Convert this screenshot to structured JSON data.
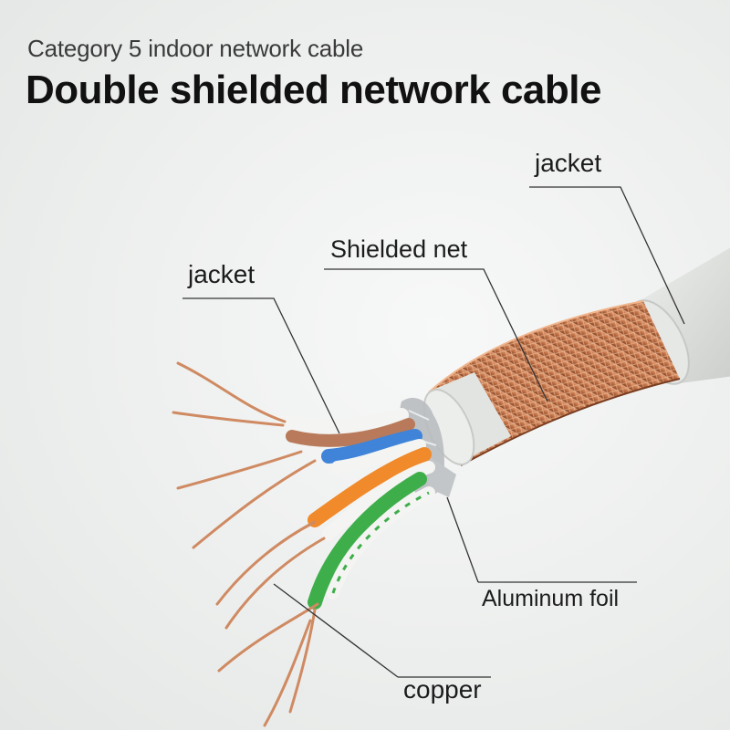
{
  "header": {
    "subtitle": "Category 5 indoor network cable",
    "title": "Double shielded network cable"
  },
  "callouts": {
    "outer_jacket": "jacket",
    "shielded_net": "Shielded net",
    "inner_jacket": "jacket",
    "aluminum_foil": "Aluminum foil",
    "copper": "copper"
  },
  "colors": {
    "jacket": "#dcdedb",
    "braid": "#c8774a",
    "copper": "#cf8a62",
    "blue": "#3f84d8",
    "orange": "#f08a2a",
    "green": "#3dae4a",
    "white": "#f4f4f2",
    "foil": "#b9bcc0"
  }
}
